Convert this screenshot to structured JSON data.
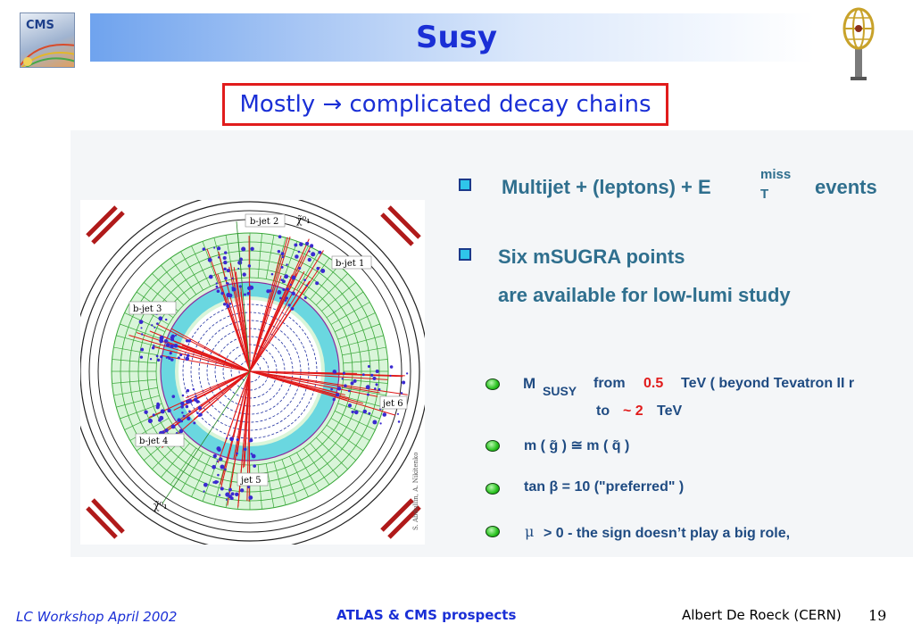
{
  "header": {
    "title": "Susy",
    "cms_logo_text": "CMS"
  },
  "subtitle": "Mostly → complicated decay chains",
  "bullets": {
    "b1_text": "Multijet + (leptons) + E",
    "b1_sup": "miss",
    "b1_sub": "T",
    "b1_end": "events",
    "b2_line1": "Six  mSUGRA  points",
    "b2_line2": "are  available  for  low-lumi  study"
  },
  "sub_bullets": {
    "s1_m": "M",
    "s1_sub": "SUSY",
    "s1_from": "from",
    "s1_val1": "0.5",
    "s1_unit1": "TeV   ( beyond  Tevatron II  r",
    "s1_to": "to",
    "s1_val2": "~ 2",
    "s1_unit2": "TeV",
    "s2_text": "m ( g̃ ) ≅ m  ( q̃ )",
    "s3_text": "tan β  = 10     (\"preferred\" )",
    "s4_mu": "μ",
    "s4_text": "> 0  - the  sign  doesn’t   play  a  big  role,"
  },
  "event_labels": {
    "bjet2": "b-jet 2",
    "bjet1": "b-jet 1",
    "bjet3": "b-jet 3",
    "bjet4": "b-jet 4",
    "jet6": "jet 6",
    "jet5": "jet 5",
    "chi_top": "χ̃⁰₁",
    "chi_bottom": "χ̃⁰₁",
    "credit": "S. Abdullin, A. Nikitenko"
  },
  "footer": {
    "left": "LC Workshop  April 2002",
    "center": "ATLAS & CMS prospects",
    "right": "Albert De Roeck (CERN)",
    "page": "19"
  },
  "colors": {
    "title_blue": "#1a2fd6",
    "box_red": "#e11c1c",
    "bullet_text": "#2f6f8e",
    "sub_bullet_text": "#1f4b82"
  }
}
